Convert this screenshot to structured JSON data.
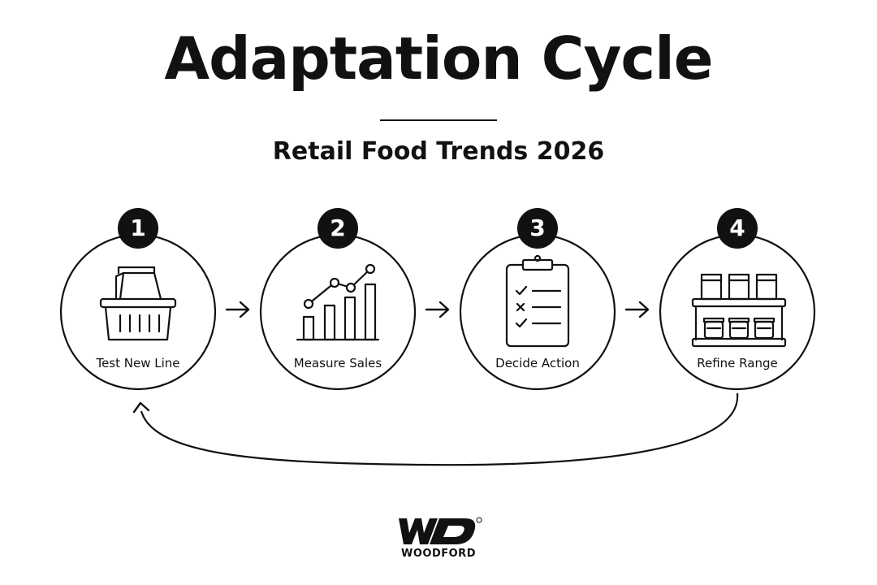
{
  "title": "Adaptation Cycle",
  "subtitle": "Retail Food Trends 2026",
  "steps": [
    {
      "number": "1",
      "label": "Test New Line",
      "icon": "basket-icon"
    },
    {
      "number": "2",
      "label": "Measure Sales",
      "icon": "bar-chart-icon"
    },
    {
      "number": "3",
      "label": "Decide Action",
      "icon": "clipboard-checklist-icon"
    },
    {
      "number": "4",
      "label": "Refine Range",
      "icon": "shelf-icon"
    }
  ],
  "logo": {
    "mark": "WD",
    "wordmark": "WOODFORD"
  },
  "colors": {
    "ink": "#111111",
    "background": "#ffffff"
  }
}
